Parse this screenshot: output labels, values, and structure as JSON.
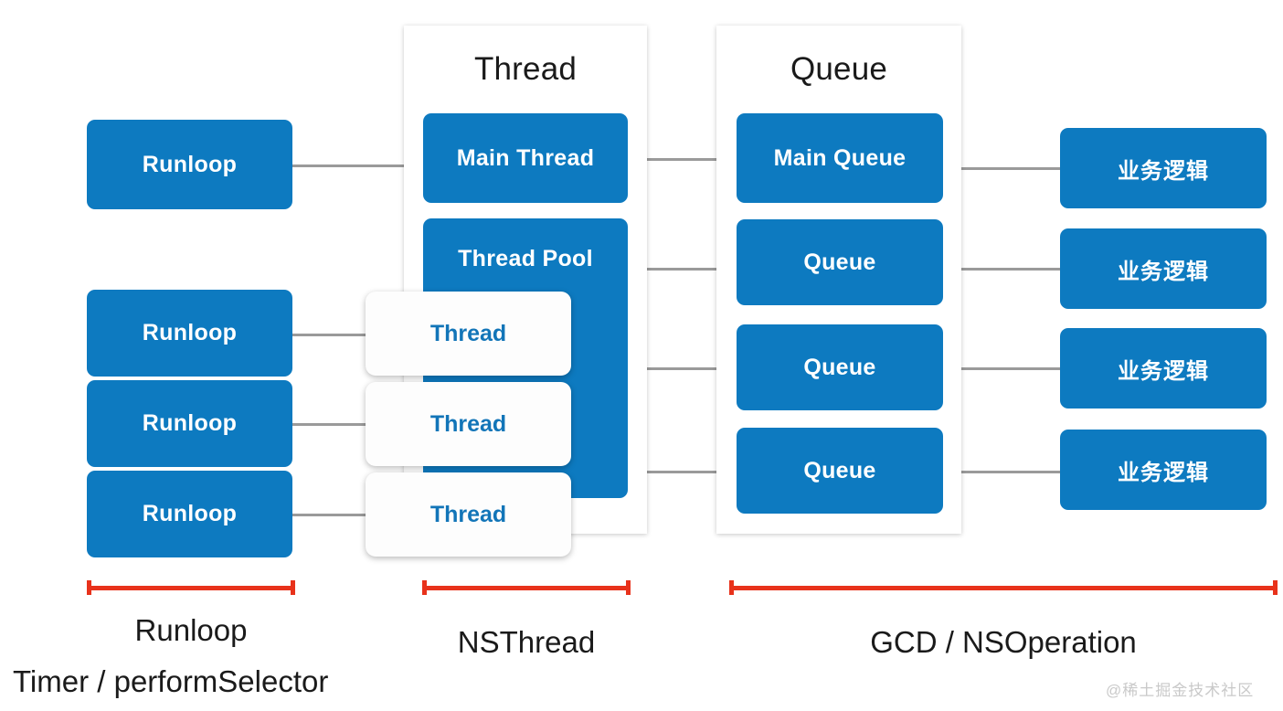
{
  "diagram": {
    "title_hidden": "iOS threading model overview",
    "colors": {
      "blue": "#0d7ac0",
      "white_card_text": "#1275b8",
      "connector": "#9a9a9a",
      "bracket": "#e8321b",
      "panel_bg": "#ffffff",
      "label_text": "#1a1a1a",
      "watermark": "#c9c9c9"
    },
    "columns": {
      "runloop": {
        "boxes": [
          {
            "label": "Runloop"
          },
          {
            "label": "Runloop"
          },
          {
            "label": "Runloop"
          },
          {
            "label": "Runloop"
          }
        ]
      },
      "thread_panel": {
        "title": "Thread",
        "main": {
          "label": "Main Thread"
        },
        "pool": {
          "label": "Thread Pool"
        },
        "threads": [
          {
            "label": "Thread"
          },
          {
            "label": "Thread"
          },
          {
            "label": "Thread"
          }
        ]
      },
      "queue_panel": {
        "title": "Queue",
        "main": {
          "label": "Main Queue"
        },
        "queues": [
          {
            "label": "Queue"
          },
          {
            "label": "Queue"
          },
          {
            "label": "Queue"
          }
        ]
      },
      "business": {
        "boxes": [
          {
            "label": "业务逻辑"
          },
          {
            "label": "业务逻辑"
          },
          {
            "label": "业务逻辑"
          },
          {
            "label": "业务逻辑"
          }
        ]
      }
    },
    "brackets": [
      {
        "label": "Runloop"
      },
      {
        "label": "NSThread"
      },
      {
        "label": "GCD / NSOperation"
      }
    ],
    "footnote": "Timer / performSelector",
    "watermark": "@稀土掘金技术社区"
  }
}
